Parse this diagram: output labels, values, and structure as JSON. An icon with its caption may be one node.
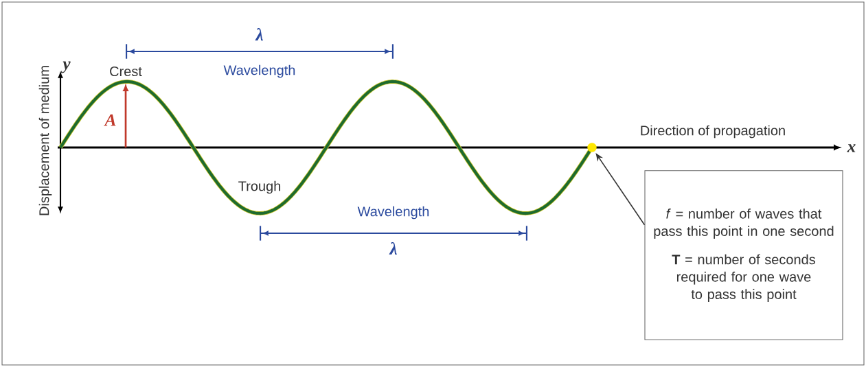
{
  "diagram": {
    "nodes": [
      {
        "text": [],
        "shape": "circle"
      },
      {
        "text": [
          "*f* = number of waves that pass this point in one second",
          "**T** = number of seconds required for one wave to pass this point"
        ]
      }
    ],
    "edges": [
      {
        "from": 1,
        "to": 0,
        "arrow": "to"
      }
    ],
    "labels": [
      "λ",
      "y",
      "Crest",
      "Wavelength",
      "Displacement of medium",
      "A",
      "Direction of propagation",
      "x",
      "Trough",
      "Wavelength",
      "λ"
    ]
  }
}
